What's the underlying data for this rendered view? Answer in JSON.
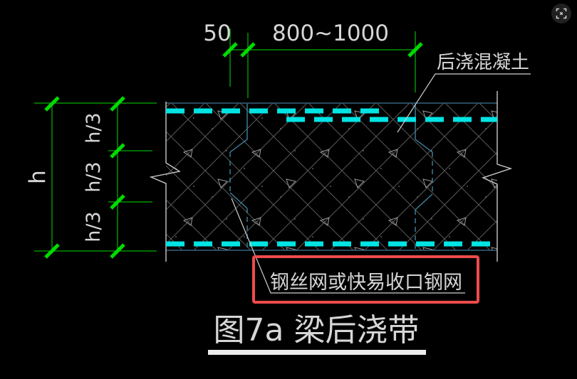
{
  "window": {
    "expand_button_icon": "zoom-extents-icon"
  },
  "drawing": {
    "dims": {
      "gap": "50",
      "strip_width": "800~1000",
      "beam_height": "h",
      "height_third": "h/3"
    },
    "labels": {
      "post_cast_concrete": "后浇混凝土",
      "mesh_note": "钢丝网或快易收口钢网"
    },
    "caption": {
      "title": "图7a 梁后浇带"
    },
    "colors": {
      "background": "#000000",
      "dimension_green": "#00dc00",
      "mesh_cyan": "#00e4e4",
      "outline_blue": "#35637f",
      "joint_teal": "#3f84a2",
      "break_white": "#c9c9c9",
      "leader_white": "#cfcfcf",
      "text_gray": "#d6d6d6",
      "highlight_red": "#ee4b4b",
      "title_white": "#ececec",
      "hatch_gray": "#585858"
    }
  }
}
